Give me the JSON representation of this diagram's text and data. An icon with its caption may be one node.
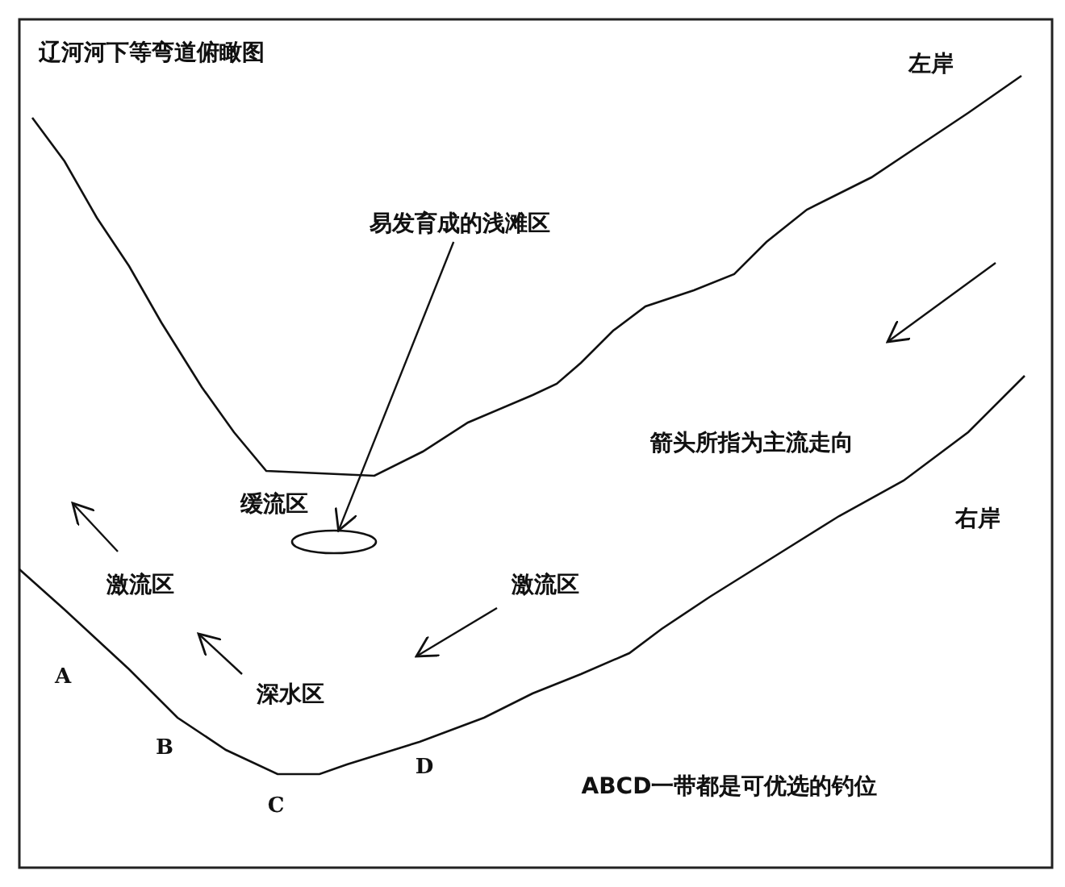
{
  "diagram": {
    "title": "辽河河下等弯道俯瞰图",
    "nodes": [
      {
        "text": [
          "易发育成的浅滩区"
        ]
      },
      {
        "text": [],
        "shape": "ellipse"
      }
    ],
    "edges": [
      {
        "from": 0,
        "to": 1,
        "arrow": "to"
      }
    ],
    "labels": [
      "左岸",
      "箭头所指为主流走向",
      "缓流区",
      "右岸",
      "激流区",
      "激流区",
      "A",
      "深水区",
      "B",
      "D",
      "ABCD一带都是可优选的钓位",
      "C"
    ]
  }
}
